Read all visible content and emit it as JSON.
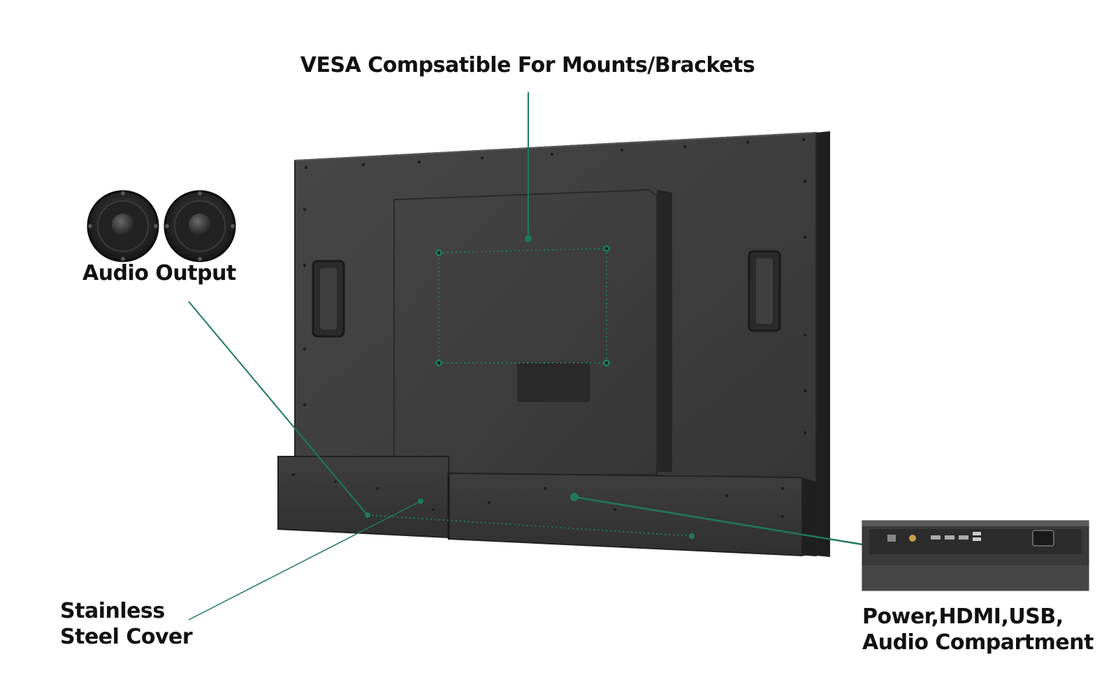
{
  "callouts": {
    "vesa": "VESA Compsatible For Mounts/Brackets",
    "audio_output": "Audio Output",
    "steel_cover": {
      "line1": "Stainless",
      "line2": "Steel Cover"
    },
    "ports": {
      "line1": "Power,HDMI,USB,",
      "line2": "Audio Compartment"
    }
  },
  "colors": {
    "accent": "#1f7a5a",
    "panel": "#3c3c3c",
    "panel_dark": "#2a2a2a",
    "text": "#111111"
  }
}
